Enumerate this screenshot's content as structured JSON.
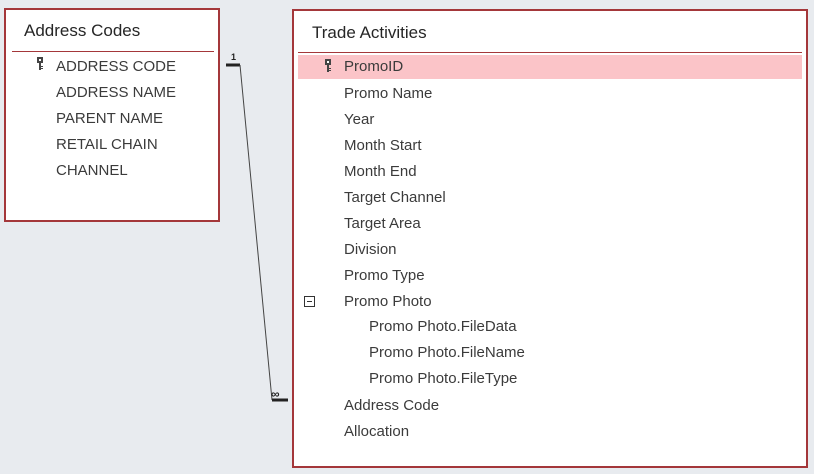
{
  "address_codes": {
    "title": "Address Codes",
    "fields": [
      "ADDRESS CODE",
      "ADDRESS NAME",
      "PARENT NAME",
      "RETAIL CHAIN",
      "CHANNEL"
    ]
  },
  "trade_activities": {
    "title": "Trade Activities",
    "fields": {
      "promo_id": "PromoID",
      "promo_name": "Promo Name",
      "year": "Year",
      "month_start": "Month Start",
      "month_end": "Month End",
      "target_channel": "Target Channel",
      "target_area": "Target Area",
      "division": "Division",
      "promo_type": "Promo Type",
      "promo_photo": "Promo Photo",
      "promo_photo_filedata": "Promo Photo.FileData",
      "promo_photo_filename": "Promo Photo.FileName",
      "promo_photo_filetype": "Promo Photo.FileType",
      "address_code": "Address Code",
      "allocation": "Allocation"
    }
  },
  "relationship": {
    "one_side_label": "1",
    "many_side_label": "∞"
  },
  "colors": {
    "border": "#a4373a",
    "selected_row": "#fbc4c8",
    "canvas": "#e8ebef"
  },
  "icons": {
    "primary_key": "key-icon",
    "collapse": "collapse-minus-icon"
  }
}
